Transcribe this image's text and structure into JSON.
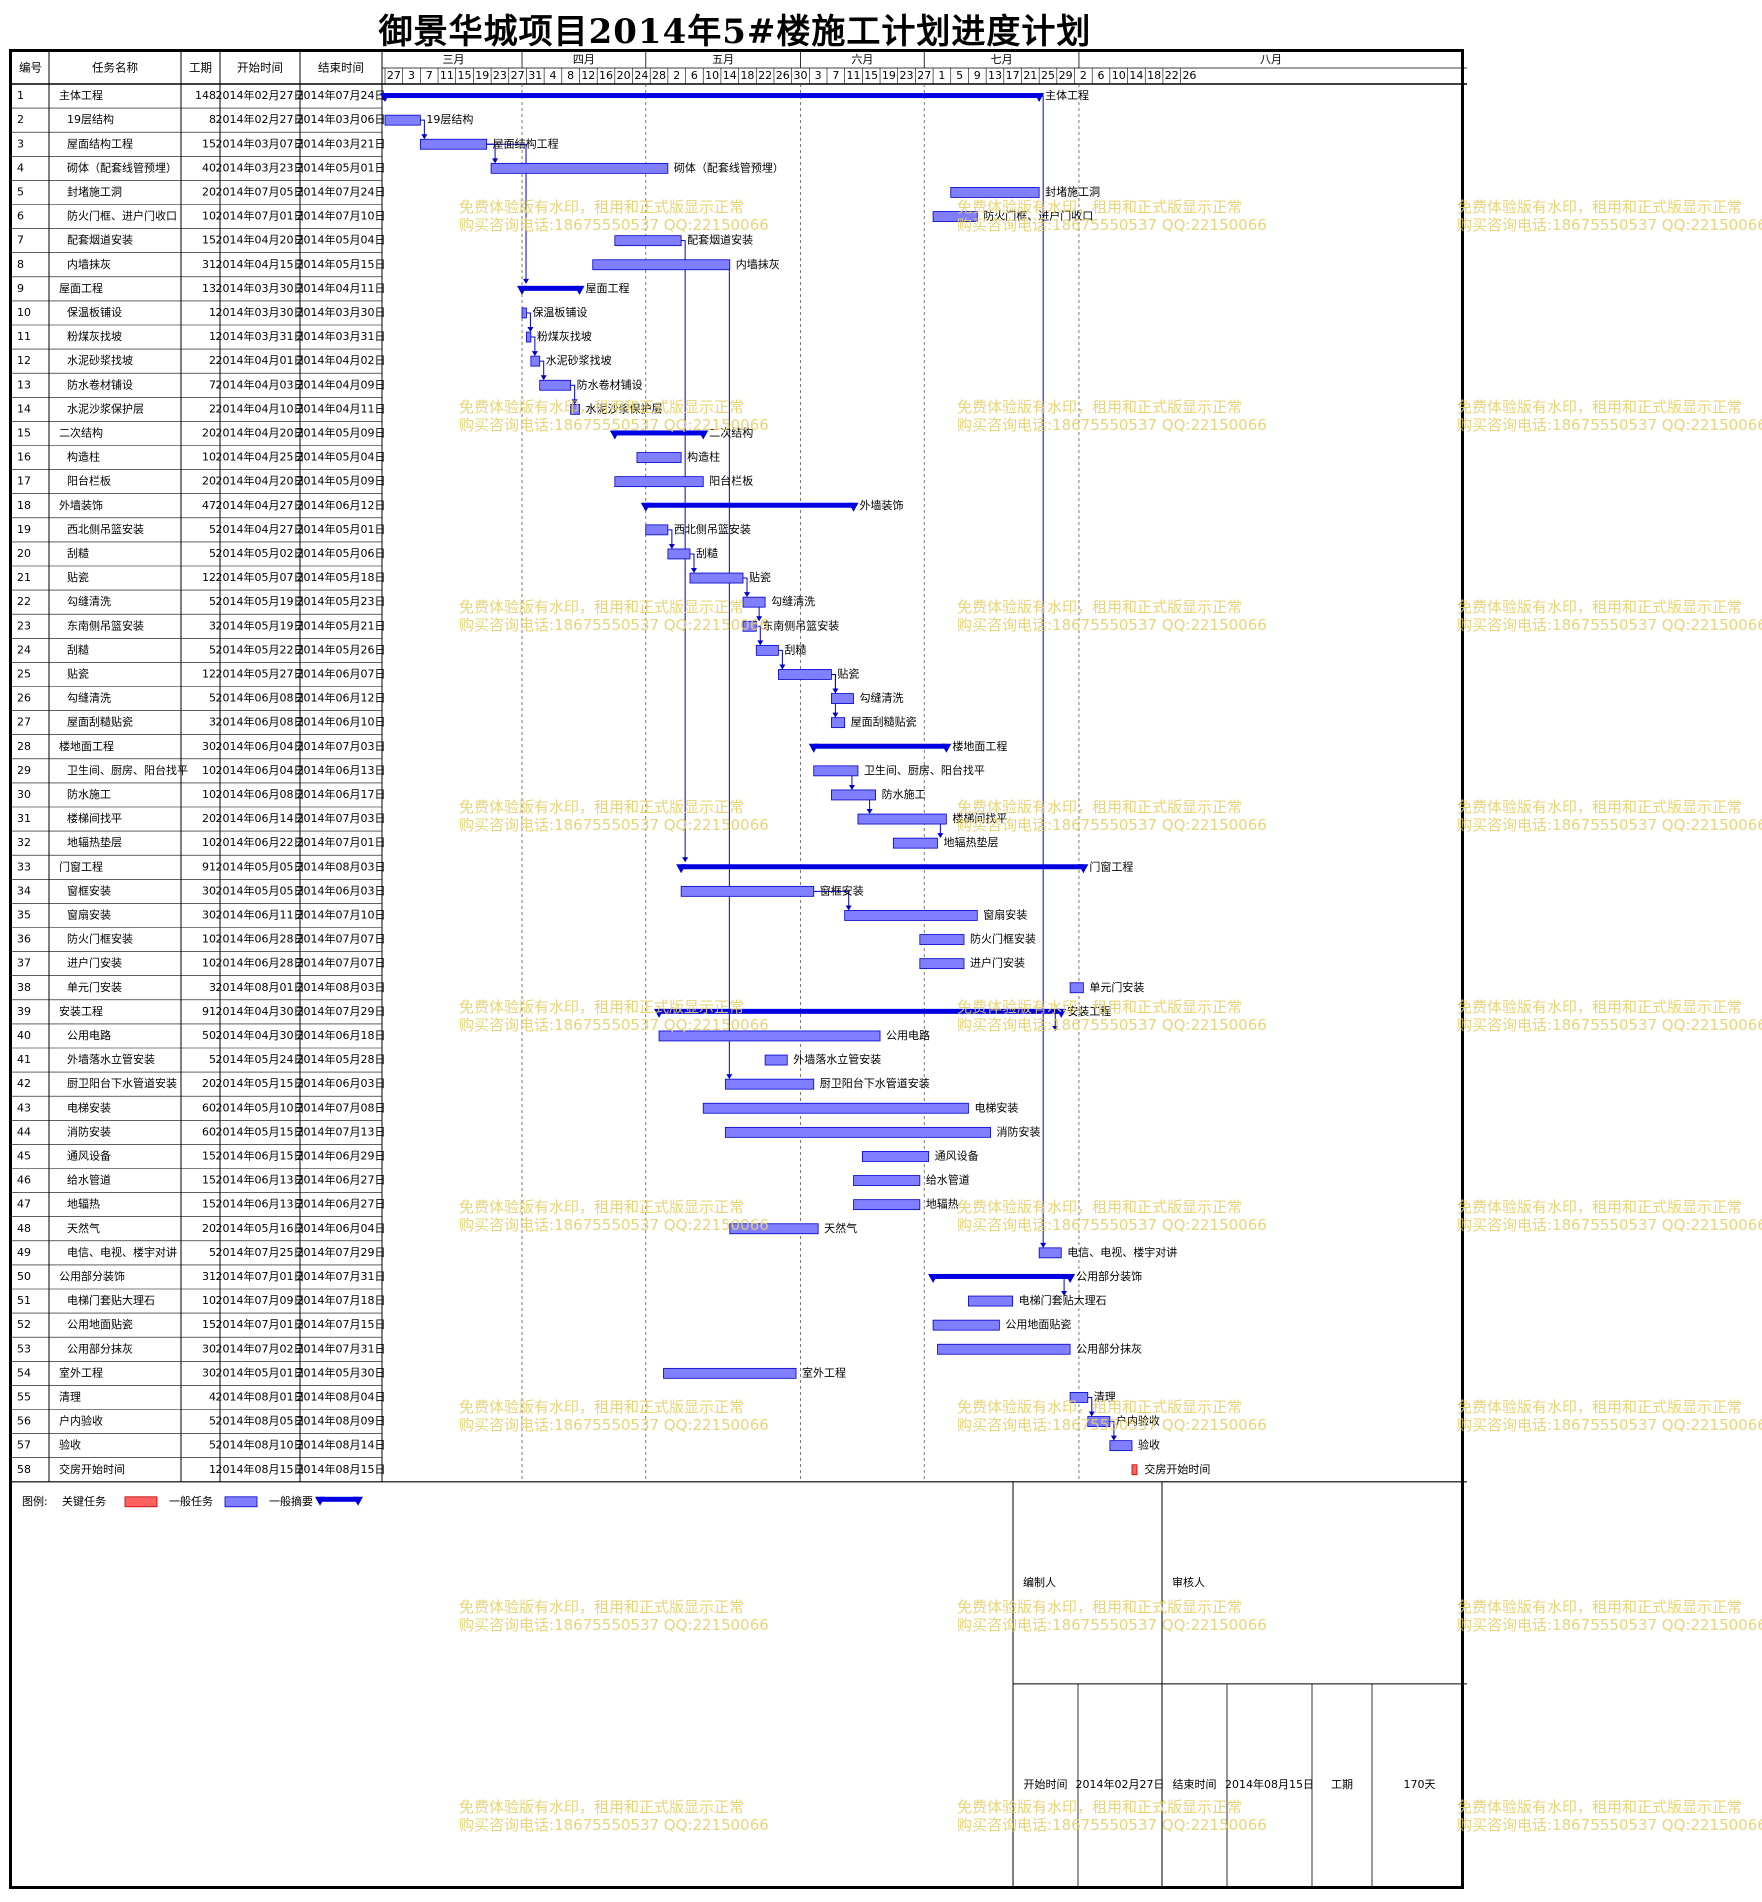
{
  "title": "御景华城项目2014年5#楼施工计划进度计划",
  "header": {
    "id": "编号",
    "name": "任务名称",
    "duration": "工期",
    "start": "开始时间",
    "end": "结束时间"
  },
  "months": [
    "三月",
    "四月",
    "五月",
    "六月",
    "七月",
    "八月"
  ],
  "day_ticks": [
    "27",
    "3",
    "7",
    "11",
    "15",
    "19",
    "23",
    "27",
    "31",
    "4",
    "8",
    "12",
    "16",
    "20",
    "24",
    "28",
    "2",
    "6",
    "10",
    "14",
    "18",
    "22",
    "26",
    "30",
    "3",
    "7",
    "11",
    "15",
    "19",
    "23",
    "27",
    "1",
    "5",
    "9",
    "13",
    "17",
    "21",
    "25",
    "29",
    "2",
    "6",
    "10",
    "14",
    "18",
    "22",
    "26"
  ],
  "tasks": [
    {
      "id": "1",
      "name": "主体工程",
      "dur": "148",
      "start": "2014年02月27日",
      "end": "2014年07月24日",
      "type": "summary",
      "indent": 0,
      "label": "主体工程"
    },
    {
      "id": "2",
      "name": "19层结构",
      "dur": "8",
      "start": "2014年02月27日",
      "end": "2014年03月06日",
      "type": "task",
      "indent": 1,
      "label": "19层结构"
    },
    {
      "id": "3",
      "name": "屋面结构工程",
      "dur": "15",
      "start": "2014年03月07日",
      "end": "2014年03月21日",
      "type": "task",
      "indent": 1,
      "label": "屋面结构工程"
    },
    {
      "id": "4",
      "name": "砌体（配套线管预埋）",
      "dur": "40",
      "start": "2014年03月23日",
      "end": "2014年05月01日",
      "type": "task",
      "indent": 1,
      "label": "砌体（配套线管预埋）"
    },
    {
      "id": "5",
      "name": "封堵施工洞",
      "dur": "20",
      "start": "2014年07月05日",
      "end": "2014年07月24日",
      "type": "task",
      "indent": 1,
      "label": "封堵施工洞"
    },
    {
      "id": "6",
      "name": "防火门框、进户门收口",
      "dur": "10",
      "start": "2014年07月01日",
      "end": "2014年07月10日",
      "type": "task",
      "indent": 1,
      "label": "防火门框、进户门收口"
    },
    {
      "id": "7",
      "name": "配套烟道安装",
      "dur": "15",
      "start": "2014年04月20日",
      "end": "2014年05月04日",
      "type": "task",
      "indent": 1,
      "label": "配套烟道安装"
    },
    {
      "id": "8",
      "name": "内墙抹灰",
      "dur": "31",
      "start": "2014年04月15日",
      "end": "2014年05月15日",
      "type": "task",
      "indent": 1,
      "label": "内墙抹灰"
    },
    {
      "id": "9",
      "name": "屋面工程",
      "dur": "13",
      "start": "2014年03月30日",
      "end": "2014年04月11日",
      "type": "summary",
      "indent": 0,
      "label": "屋面工程"
    },
    {
      "id": "10",
      "name": "保温板铺设",
      "dur": "1",
      "start": "2014年03月30日",
      "end": "2014年03月30日",
      "type": "task",
      "indent": 1,
      "label": "保温板铺设"
    },
    {
      "id": "11",
      "name": "粉煤灰找坡",
      "dur": "1",
      "start": "2014年03月31日",
      "end": "2014年03月31日",
      "type": "task",
      "indent": 1,
      "label": "粉煤灰找坡"
    },
    {
      "id": "12",
      "name": "水泥砂浆找坡",
      "dur": "2",
      "start": "2014年04月01日",
      "end": "2014年04月02日",
      "type": "task",
      "indent": 1,
      "label": "水泥砂浆找坡"
    },
    {
      "id": "13",
      "name": "防水卷材铺设",
      "dur": "7",
      "start": "2014年04月03日",
      "end": "2014年04月09日",
      "type": "task",
      "indent": 1,
      "label": "防水卷材铺设"
    },
    {
      "id": "14",
      "name": "水泥沙浆保护层",
      "dur": "2",
      "start": "2014年04月10日",
      "end": "2014年04月11日",
      "type": "task",
      "indent": 1,
      "label": "水泥沙浆保护层"
    },
    {
      "id": "15",
      "name": "二次结构",
      "dur": "20",
      "start": "2014年04月20日",
      "end": "2014年05月09日",
      "type": "summary",
      "indent": 0,
      "label": "二次结构"
    },
    {
      "id": "16",
      "name": "构造柱",
      "dur": "10",
      "start": "2014年04月25日",
      "end": "2014年05月04日",
      "type": "task",
      "indent": 1,
      "label": "构造柱"
    },
    {
      "id": "17",
      "name": "阳台栏板",
      "dur": "20",
      "start": "2014年04月20日",
      "end": "2014年05月09日",
      "type": "task",
      "indent": 1,
      "label": "阳台栏板"
    },
    {
      "id": "18",
      "name": "外墙装饰",
      "dur": "47",
      "start": "2014年04月27日",
      "end": "2014年06月12日",
      "type": "summary",
      "indent": 0,
      "label": "外墙装饰"
    },
    {
      "id": "19",
      "name": "西北侧吊篮安装",
      "dur": "5",
      "start": "2014年04月27日",
      "end": "2014年05月01日",
      "type": "task",
      "indent": 1,
      "label": "西北侧吊篮安装"
    },
    {
      "id": "20",
      "name": "刮糙",
      "dur": "5",
      "start": "2014年05月02日",
      "end": "2014年05月06日",
      "type": "task",
      "indent": 1,
      "label": "刮糙"
    },
    {
      "id": "21",
      "name": "贴瓷",
      "dur": "12",
      "start": "2014年05月07日",
      "end": "2014年05月18日",
      "type": "task",
      "indent": 1,
      "label": "贴瓷"
    },
    {
      "id": "22",
      "name": "勾缝清洗",
      "dur": "5",
      "start": "2014年05月19日",
      "end": "2014年05月23日",
      "type": "task",
      "indent": 1,
      "label": "勾缝清洗"
    },
    {
      "id": "23",
      "name": "东南侧吊篮安装",
      "dur": "3",
      "start": "2014年05月19日",
      "end": "2014年05月21日",
      "type": "task",
      "indent": 1,
      "label": "东南侧吊篮安装"
    },
    {
      "id": "24",
      "name": "刮糙",
      "dur": "5",
      "start": "2014年05月22日",
      "end": "2014年05月26日",
      "type": "task",
      "indent": 1,
      "label": "刮糙"
    },
    {
      "id": "25",
      "name": "贴瓷",
      "dur": "12",
      "start": "2014年05月27日",
      "end": "2014年06月07日",
      "type": "task",
      "indent": 1,
      "label": "贴瓷"
    },
    {
      "id": "26",
      "name": "勾缝清洗",
      "dur": "5",
      "start": "2014年06月08日",
      "end": "2014年06月12日",
      "type": "task",
      "indent": 1,
      "label": "勾缝清洗"
    },
    {
      "id": "27",
      "name": "屋面刮糙贴瓷",
      "dur": "3",
      "start": "2014年06月08日",
      "end": "2014年06月10日",
      "type": "task",
      "indent": 1,
      "label": "屋面刮糙贴瓷"
    },
    {
      "id": "28",
      "name": "楼地面工程",
      "dur": "30",
      "start": "2014年06月04日",
      "end": "2014年07月03日",
      "type": "summary",
      "indent": 0,
      "label": "楼地面工程"
    },
    {
      "id": "29",
      "name": "卫生间、厨房、阳台找平",
      "dur": "10",
      "start": "2014年06月04日",
      "end": "2014年06月13日",
      "type": "task",
      "indent": 1,
      "label": "卫生间、厨房、阳台找平"
    },
    {
      "id": "30",
      "name": "防水施工",
      "dur": "10",
      "start": "2014年06月08日",
      "end": "2014年06月17日",
      "type": "task",
      "indent": 1,
      "label": "防水施工"
    },
    {
      "id": "31",
      "name": "楼梯间找平",
      "dur": "20",
      "start": "2014年06月14日",
      "end": "2014年07月03日",
      "type": "task",
      "indent": 1,
      "label": "楼梯间找平"
    },
    {
      "id": "32",
      "name": "地辐热垫层",
      "dur": "10",
      "start": "2014年06月22日",
      "end": "2014年07月01日",
      "type": "task",
      "indent": 1,
      "label": "地辐热垫层"
    },
    {
      "id": "33",
      "name": "门窗工程",
      "dur": "91",
      "start": "2014年05月05日",
      "end": "2014年08月03日",
      "type": "summary",
      "indent": 0,
      "label": "门窗工程"
    },
    {
      "id": "34",
      "name": "窗框安装",
      "dur": "30",
      "start": "2014年05月05日",
      "end": "2014年06月03日",
      "type": "task",
      "indent": 1,
      "label": "窗框安装"
    },
    {
      "id": "35",
      "name": "窗扇安装",
      "dur": "30",
      "start": "2014年06月11日",
      "end": "2014年07月10日",
      "type": "task",
      "indent": 1,
      "label": "窗扇安装"
    },
    {
      "id": "36",
      "name": "防火门框安装",
      "dur": "10",
      "start": "2014年06月28日",
      "end": "2014年07月07日",
      "type": "task",
      "indent": 1,
      "label": "防火门框安装"
    },
    {
      "id": "37",
      "name": "进户门安装",
      "dur": "10",
      "start": "2014年06月28日",
      "end": "2014年07月07日",
      "type": "task",
      "indent": 1,
      "label": "进户门安装"
    },
    {
      "id": "38",
      "name": "单元门安装",
      "dur": "3",
      "start": "2014年08月01日",
      "end": "2014年08月03日",
      "type": "task",
      "indent": 1,
      "label": "单元门安装"
    },
    {
      "id": "39",
      "name": "安装工程",
      "dur": "91",
      "start": "2014年04月30日",
      "end": "2014年07月29日",
      "type": "summary",
      "indent": 0,
      "label": "安装工程"
    },
    {
      "id": "40",
      "name": "公用电路",
      "dur": "50",
      "start": "2014年04月30日",
      "end": "2014年06月18日",
      "type": "task",
      "indent": 1,
      "label": "公用电路"
    },
    {
      "id": "41",
      "name": "外墙落水立管安装",
      "dur": "5",
      "start": "2014年05月24日",
      "end": "2014年05月28日",
      "type": "task",
      "indent": 1,
      "label": "外墙落水立管安装"
    },
    {
      "id": "42",
      "name": "厨卫阳台下水管道安装",
      "dur": "20",
      "start": "2014年05月15日",
      "end": "2014年06月03日",
      "type": "task",
      "indent": 1,
      "label": "厨卫阳台下水管道安装"
    },
    {
      "id": "43",
      "name": "电梯安装",
      "dur": "60",
      "start": "2014年05月10日",
      "end": "2014年07月08日",
      "type": "task",
      "indent": 1,
      "label": "电梯安装"
    },
    {
      "id": "44",
      "name": "消防安装",
      "dur": "60",
      "start": "2014年05月15日",
      "end": "2014年07月13日",
      "type": "task",
      "indent": 1,
      "label": "消防安装"
    },
    {
      "id": "45",
      "name": "通风设备",
      "dur": "15",
      "start": "2014年06月15日",
      "end": "2014年06月29日",
      "type": "task",
      "indent": 1,
      "label": "通风设备"
    },
    {
      "id": "46",
      "name": "给水管道",
      "dur": "15",
      "start": "2014年06月13日",
      "end": "2014年06月27日",
      "type": "task",
      "indent": 1,
      "label": "给水管道"
    },
    {
      "id": "47",
      "name": "地辐热",
      "dur": "15",
      "start": "2014年06月13日",
      "end": "2014年06月27日",
      "type": "task",
      "indent": 1,
      "label": "地辐热"
    },
    {
      "id": "48",
      "name": "天然气",
      "dur": "20",
      "start": "2014年05月16日",
      "end": "2014年06月04日",
      "type": "task",
      "indent": 1,
      "label": "天然气"
    },
    {
      "id": "49",
      "name": "电信、电视、楼宇对讲",
      "dur": "5",
      "start": "2014年07月25日",
      "end": "2014年07月29日",
      "type": "task",
      "indent": 1,
      "label": "电信、电视、楼宇对讲"
    },
    {
      "id": "50",
      "name": "公用部分装饰",
      "dur": "31",
      "start": "2014年07月01日",
      "end": "2014年07月31日",
      "type": "summary",
      "indent": 0,
      "label": "公用部分装饰"
    },
    {
      "id": "51",
      "name": "电梯门套贴大理石",
      "dur": "10",
      "start": "2014年07月09日",
      "end": "2014年07月18日",
      "type": "task",
      "indent": 1,
      "label": "电梯门套贴大理石"
    },
    {
      "id": "52",
      "name": "公用地面贴瓷",
      "dur": "15",
      "start": "2014年07月01日",
      "end": "2014年07月15日",
      "type": "task",
      "indent": 1,
      "label": "公用地面贴瓷"
    },
    {
      "id": "53",
      "name": "公用部分抹灰",
      "dur": "30",
      "start": "2014年07月02日",
      "end": "2014年07月31日",
      "type": "task",
      "indent": 1,
      "label": "公用部分抹灰"
    },
    {
      "id": "54",
      "name": "室外工程",
      "dur": "30",
      "start": "2014年05月01日",
      "end": "2014年05月30日",
      "type": "task",
      "indent": 0,
      "label": "室外工程"
    },
    {
      "id": "55",
      "name": "清理",
      "dur": "4",
      "start": "2014年08月01日",
      "end": "2014年08月04日",
      "type": "task",
      "indent": 0,
      "label": "清理"
    },
    {
      "id": "56",
      "name": "户内验收",
      "dur": "5",
      "start": "2014年08月05日",
      "end": "2014年08月09日",
      "type": "task",
      "indent": 0,
      "label": "户内验收"
    },
    {
      "id": "57",
      "name": "验收",
      "dur": "5",
      "start": "2014年08月10日",
      "end": "2014年08月14日",
      "type": "task",
      "indent": 0,
      "label": "验收"
    },
    {
      "id": "58",
      "name": "交房开始时间",
      "dur": "1",
      "start": "2014年08月15日",
      "end": "2014年08月15日",
      "type": "critical",
      "indent": 0,
      "label": "交房开始时间"
    }
  ],
  "legend": {
    "title": "图例:",
    "critical": "关键任务",
    "task": "一般任务",
    "summary": "一般摘要"
  },
  "footer": {
    "editor_label": "编制人",
    "reviewer_label": "审核人",
    "start_label": "开始时间",
    "start_value": "2014年02月27日",
    "end_label": "结束时间",
    "end_value": "2014年08月15日",
    "duration_label": "工期",
    "duration_value": "170天"
  },
  "watermark": {
    "line1": "免费体验版有水印，租用和正式版显示正常",
    "line2": "购买咨询电话:18675550537 QQ:22150066"
  },
  "colors": {
    "bar_fill": "#7f7fff",
    "bar_stroke": "#0000cc",
    "summary": "#0000e0",
    "critical": "#ff6060",
    "critical_text": "#e00000",
    "link": "#0000cc",
    "watermark": "#e6d06a"
  }
}
